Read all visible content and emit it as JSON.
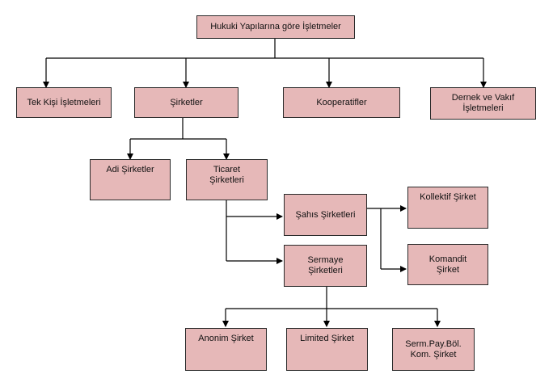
{
  "nodes": {
    "root": "Hukuki Yapılarına göre İşletmeler",
    "tek_kisi": "Tek Kişi İşletmeleri",
    "sirketler": "Şirketler",
    "kooperatifler": "Kooperatifler",
    "dernek": "Dernek ve Vakıf\nİşletmeleri",
    "adi_sirketler": "Adi Şirketler",
    "ticaret_sirketleri": "Ticaret\nŞirketleri",
    "sahis_sirketleri": "Şahıs Şirketleri",
    "sermaye_sirketleri": "Sermaye\nŞirketleri",
    "kollektif": "Kollektif Şirket",
    "komandit": "Komandit\nŞirket",
    "anonim": "Anonim Şirket",
    "limited": "Limited Şirket",
    "serm_pay": "Serm.Pay.Böl.\nKom. Şirket"
  },
  "colors": {
    "box_fill": "#e6b8b8",
    "box_border": "#2a2a2a",
    "connector": "#000000"
  }
}
